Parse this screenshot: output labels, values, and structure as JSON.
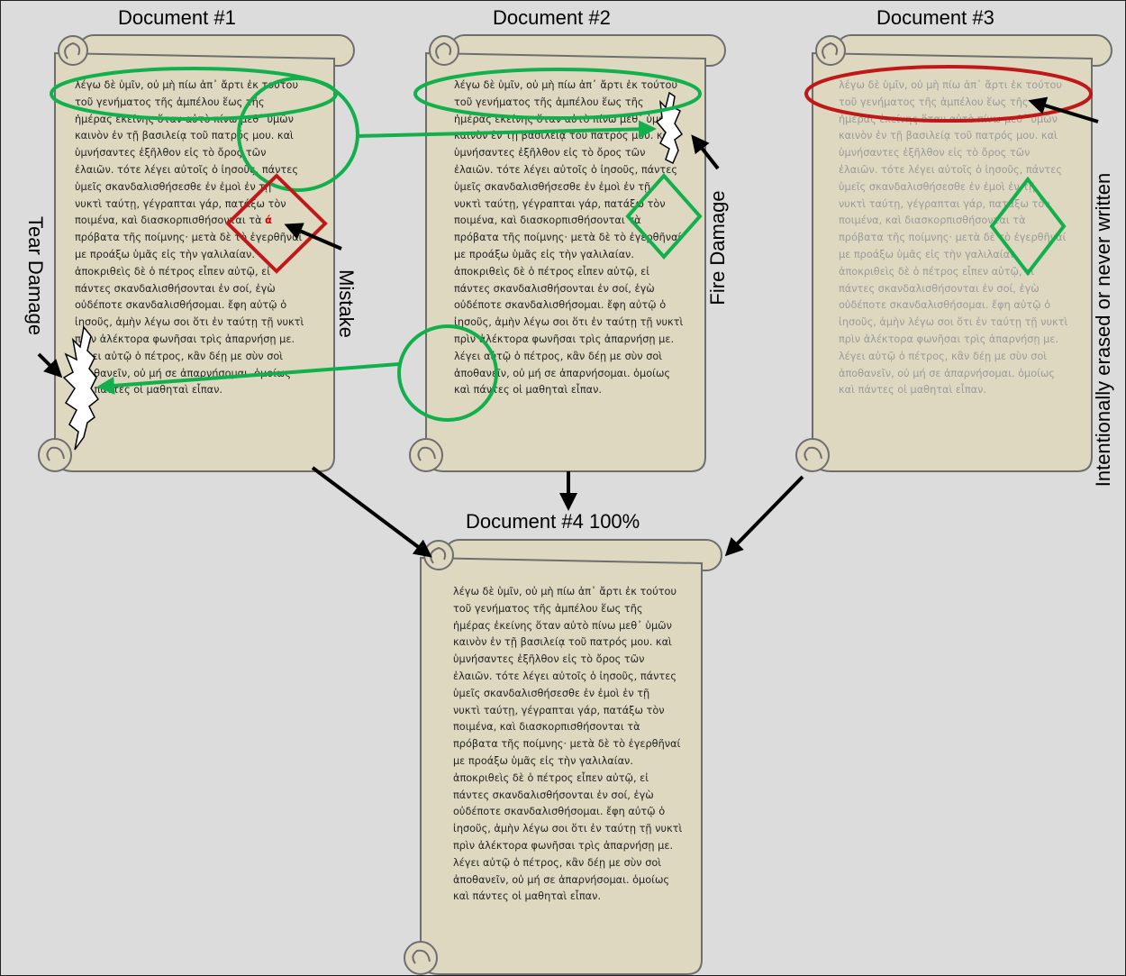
{
  "documents": [
    {
      "title": "Document #1"
    },
    {
      "title": "Document #2"
    },
    {
      "title": "Document #3"
    },
    {
      "title": "Document #4 100%"
    }
  ],
  "text_lines": [
    "λέγω δὲ ὑμῖν, οὐ μὴ πίω ἀπ᾽ ἄρτι ἐκ τούτου",
    "τοῦ γενήματος τῆς ἀμπέλου ἕως τῆς",
    "ἡμέρας ἐκείνης ὅταν αὐτὸ πίνω μεθ᾽ ὑμῶν",
    "καινὸν ἐν τῇ βασιλείᾳ τοῦ πατρός μου. καὶ",
    "ὑμνήσαντες ἐξῆλθον εἰς τὸ ὄρος τῶν",
    "ἐλαιῶν. τότε λέγει αὐτοῖς ὁ ἰησοῦς, πάντες",
    "ὑμεῖς σκανδαλισθήσεσθε ἐν ἐμοὶ ἐν τῇ",
    "νυκτὶ ταύτῃ, γέγραπται γάρ, πατάξω τὸν",
    "ποιμένα, καὶ διασκορπισθήσονται τὰ",
    "πρόβατα τῆς ποίμνης· μετὰ δὲ τὸ ἐγερθῆναί",
    "με προάξω ὑμᾶς εἰς τὴν γαλιλαίαν.",
    "ἀποκριθεὶς δὲ ὁ πέτρος εἶπεν αὐτῷ, εἰ",
    "πάντες σκανδαλισθήσονται ἐν σοί, ἐγὼ",
    "οὐδέποτε σκανδαλισθήσομαι. ἔφη αὐτῷ ὁ",
    "ἰησοῦς, ἀμὴν λέγω σοι ὅτι ἐν ταύτῃ τῇ νυκτὶ",
    "πρὶν ἀλέκτορα φωνῆσαι τρὶς ἀπαρνήσῃ με.",
    "λέγει αὐτῷ ὁ πέτρος, κἂν δέῃ με σὺν σοὶ",
    "ἀποθανεῖν, οὐ μή σε ἀπαρνήσομαι. ὁμοίως",
    "καὶ πάντες οἱ μαθηταὶ εἶπαν."
  ],
  "mistake_glyph": "ά",
  "labels": {
    "tear_damage": "Tear Damage",
    "mistake": "Mistake",
    "fire_damage": "Fire Damage",
    "erased": "Intentionally erased or never written"
  },
  "colors": {
    "background": "#dcdcdc",
    "parchment": "#ddd8bf",
    "parchment_outline": "#6e6e6e",
    "match_marker": "#12b04c",
    "mismatch_marker": "#c01818",
    "arrow": "#000000",
    "faded_text": "#9a9a9a"
  }
}
